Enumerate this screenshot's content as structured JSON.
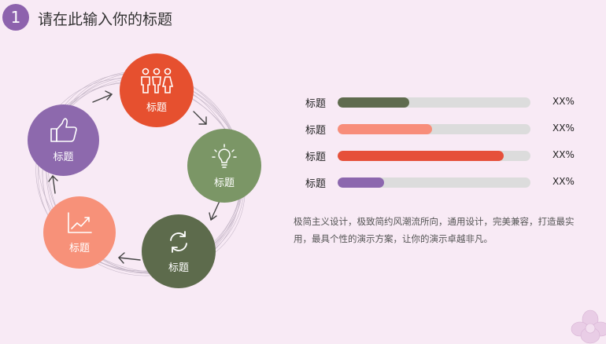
{
  "header": {
    "number": "1",
    "title": "请在此输入你的标题"
  },
  "cycle": {
    "nodes": [
      {
        "label": "标题",
        "icon": "people-icon",
        "color": "#e6502f"
      },
      {
        "label": "标题",
        "icon": "lightbulb-icon",
        "color": "#7b9666"
      },
      {
        "label": "标题",
        "icon": "refresh-icon",
        "color": "#5d6b4c"
      },
      {
        "label": "标题",
        "icon": "line-chart-icon",
        "color": "#f79179"
      },
      {
        "label": "标题",
        "icon": "thumbs-up-icon",
        "color": "#8d69ad"
      }
    ]
  },
  "progress": [
    {
      "label": "标题",
      "value": 37,
      "display": "XX%",
      "color": "#5f6b4e"
    },
    {
      "label": "标题",
      "value": 49,
      "display": "XX%",
      "color": "#f88d7a"
    },
    {
      "label": "标题",
      "value": 86,
      "display": "XX%",
      "color": "#e6503a"
    },
    {
      "label": "标题",
      "value": 24,
      "display": "XX%",
      "color": "#8c67ae"
    }
  ],
  "description": "极简主义设计，极致简约风潮流所向，通用设计，完美兼容，打造最实用，最具个性的演示方案，让你的演示卓越非凡。"
}
